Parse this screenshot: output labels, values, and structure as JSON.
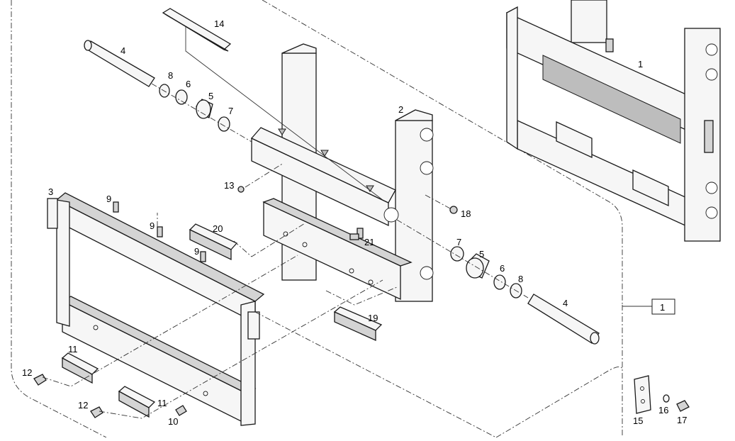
{
  "callouts": [
    {
      "id": "c14a",
      "text": "14"
    },
    {
      "id": "c4a",
      "text": "4"
    },
    {
      "id": "c8a",
      "text": "8"
    },
    {
      "id": "c6a",
      "text": "6"
    },
    {
      "id": "c5a",
      "text": "5"
    },
    {
      "id": "c7a",
      "text": "7"
    },
    {
      "id": "c1",
      "text": "1"
    },
    {
      "id": "c2",
      "text": "2"
    },
    {
      "id": "c3",
      "text": "3"
    },
    {
      "id": "c13",
      "text": "13"
    },
    {
      "id": "c18",
      "text": "18"
    },
    {
      "id": "c9a",
      "text": "9"
    },
    {
      "id": "c9b",
      "text": "9"
    },
    {
      "id": "c9c",
      "text": "9"
    },
    {
      "id": "c20",
      "text": "20"
    },
    {
      "id": "c21",
      "text": "21"
    },
    {
      "id": "c7b",
      "text": "7"
    },
    {
      "id": "c5b",
      "text": "5"
    },
    {
      "id": "c6b",
      "text": "6"
    },
    {
      "id": "c8b",
      "text": "8"
    },
    {
      "id": "c4b",
      "text": "4"
    },
    {
      "id": "c19",
      "text": "19"
    },
    {
      "id": "c11a",
      "text": "11"
    },
    {
      "id": "c12a",
      "text": "12"
    },
    {
      "id": "c12b",
      "text": "12"
    },
    {
      "id": "c11b",
      "text": "11"
    },
    {
      "id": "c10",
      "text": "10"
    },
    {
      "id": "c15",
      "text": "15"
    },
    {
      "id": "c16",
      "text": "16"
    },
    {
      "id": "c17",
      "text": "17"
    }
  ],
  "assembly_box_label": "1"
}
